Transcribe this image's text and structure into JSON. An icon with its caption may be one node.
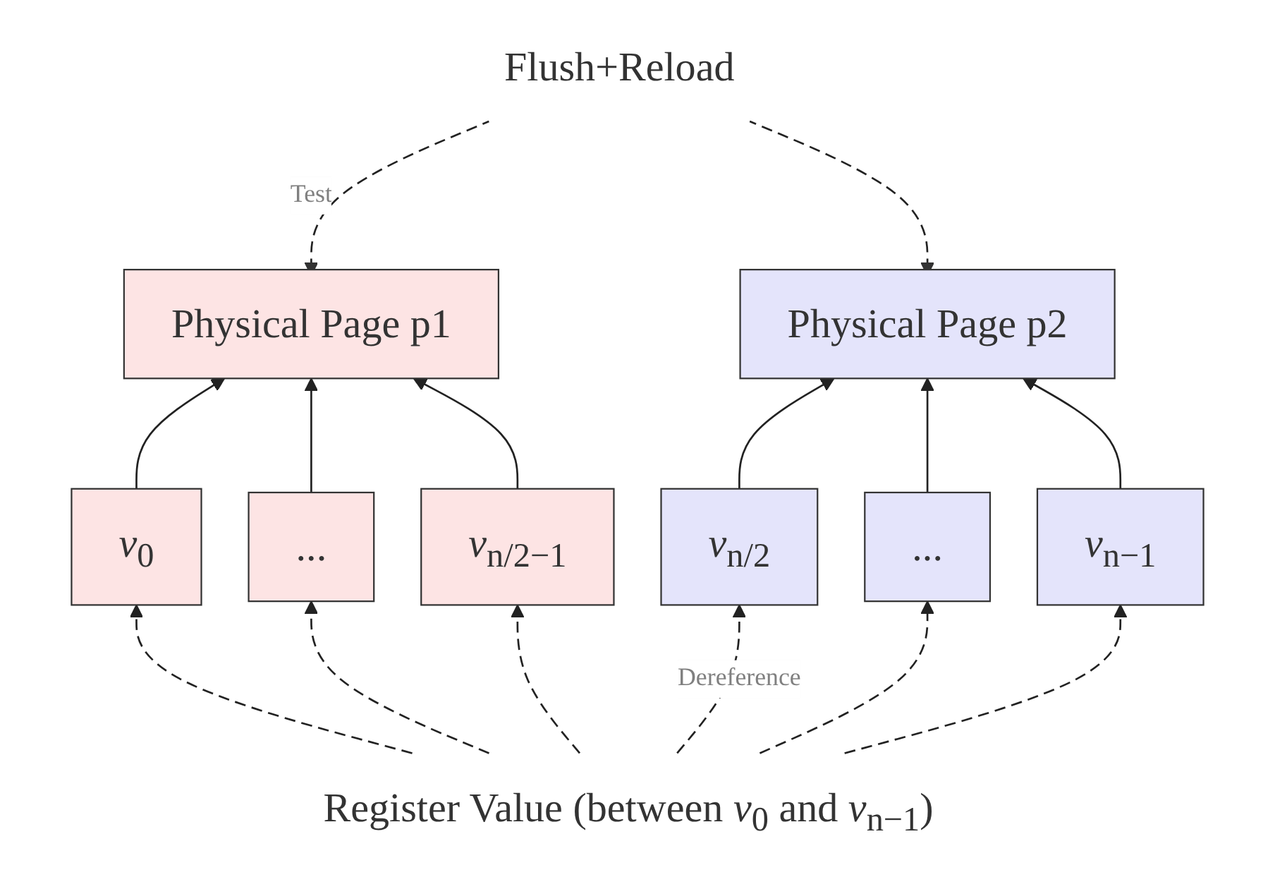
{
  "diagram": {
    "nodes": [
      {
        "text": [
          "Flush+Reload"
        ]
      },
      {
        "text": [
          "Physical Page p1"
        ]
      },
      {
        "text": [
          "Physical Page p2"
        ]
      },
      {
        "text": [
          "*v*$_{0}$"
        ]
      },
      {
        "text": [
          "..."
        ]
      },
      {
        "text": [
          "*v*$_{n/2−1}$"
        ]
      },
      {
        "text": [
          "*v*$_{n/2}$"
        ]
      },
      {
        "text": [
          "..."
        ]
      },
      {
        "text": [
          "*v*$_{n−1}$"
        ]
      },
      {
        "text": [
          "Register Value (between *v*$_{0}$ and *v*$_{n−1}$)"
        ]
      }
    ],
    "edges": [
      {
        "from": 0,
        "to": 1,
        "arrow": "to",
        "style": "dashed",
        "label": "Test"
      },
      {
        "from": 0,
        "to": 2,
        "arrow": "to",
        "style": "dashed"
      },
      {
        "from": 3,
        "to": 1,
        "arrow": "to"
      },
      {
        "from": 4,
        "to": 1,
        "arrow": "to"
      },
      {
        "from": 5,
        "to": 1,
        "arrow": "to"
      },
      {
        "from": 6,
        "to": 2,
        "arrow": "to"
      },
      {
        "from": 7,
        "to": 2,
        "arrow": "to"
      },
      {
        "from": 8,
        "to": 2,
        "arrow": "to"
      },
      {
        "from": 9,
        "to": 3,
        "arrow": "to",
        "style": "dashed"
      },
      {
        "from": 9,
        "to": 4,
        "arrow": "to",
        "style": "dashed"
      },
      {
        "from": 9,
        "to": 5,
        "arrow": "to",
        "style": "dashed"
      },
      {
        "from": 9,
        "to": 6,
        "arrow": "to",
        "style": "dashed",
        "label": "Dereference"
      },
      {
        "from": 9,
        "to": 7,
        "arrow": "to",
        "style": "dashed"
      },
      {
        "from": 9,
        "to": 8,
        "arrow": "to",
        "style": "dashed"
      }
    ]
  }
}
